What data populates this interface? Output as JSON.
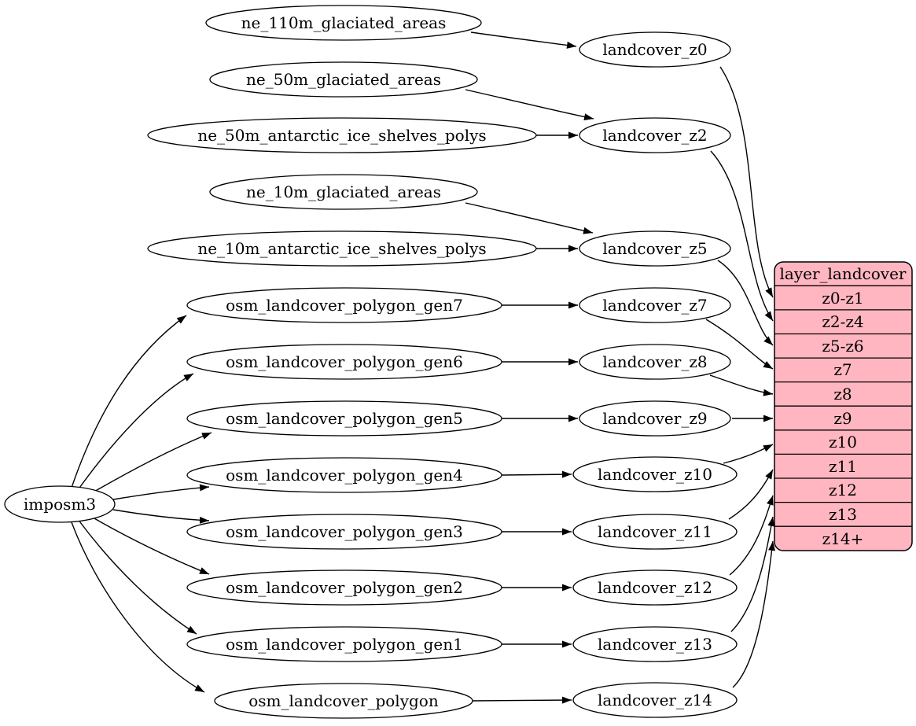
{
  "diagram": {
    "type": "dataflow-graph",
    "colors": {
      "background": "#ffffff",
      "node_fill": "#ffffff",
      "node_stroke": "#000000",
      "edge_color": "#000000",
      "record_fill": "#ffb6c1"
    },
    "importer": {
      "label": "imposm3"
    },
    "sources": [
      "ne_110m_glaciated_areas",
      "ne_50m_glaciated_areas",
      "ne_50m_antarctic_ice_shelves_polys",
      "ne_10m_glaciated_areas",
      "ne_10m_antarctic_ice_shelves_polys",
      "osm_landcover_polygon_gen7",
      "osm_landcover_polygon_gen6",
      "osm_landcover_polygon_gen5",
      "osm_landcover_polygon_gen4",
      "osm_landcover_polygon_gen3",
      "osm_landcover_polygon_gen2",
      "osm_landcover_polygon_gen1",
      "osm_landcover_polygon"
    ],
    "intermediates": [
      "landcover_z0",
      "landcover_z2",
      "landcover_z5",
      "landcover_z7",
      "landcover_z8",
      "landcover_z9",
      "landcover_z10",
      "landcover_z11",
      "landcover_z12",
      "landcover_z13",
      "landcover_z14"
    ],
    "record": {
      "title": "layer_landcover",
      "rows": [
        "z0-z1",
        "z2-z4",
        "z5-z6",
        "z7",
        "z8",
        "z9",
        "z10",
        "z11",
        "z12",
        "z13",
        "z14+"
      ]
    },
    "edges": [
      [
        "imposm3",
        "osm_landcover_polygon_gen7"
      ],
      [
        "imposm3",
        "osm_landcover_polygon_gen6"
      ],
      [
        "imposm3",
        "osm_landcover_polygon_gen5"
      ],
      [
        "imposm3",
        "osm_landcover_polygon_gen4"
      ],
      [
        "imposm3",
        "osm_landcover_polygon_gen3"
      ],
      [
        "imposm3",
        "osm_landcover_polygon_gen2"
      ],
      [
        "imposm3",
        "osm_landcover_polygon_gen1"
      ],
      [
        "imposm3",
        "osm_landcover_polygon"
      ],
      [
        "ne_110m_glaciated_areas",
        "landcover_z0"
      ],
      [
        "ne_50m_glaciated_areas",
        "landcover_z2"
      ],
      [
        "ne_50m_antarctic_ice_shelves_polys",
        "landcover_z2"
      ],
      [
        "ne_10m_glaciated_areas",
        "landcover_z5"
      ],
      [
        "ne_10m_antarctic_ice_shelves_polys",
        "landcover_z5"
      ],
      [
        "osm_landcover_polygon_gen7",
        "landcover_z7"
      ],
      [
        "osm_landcover_polygon_gen6",
        "landcover_z8"
      ],
      [
        "osm_landcover_polygon_gen5",
        "landcover_z9"
      ],
      [
        "osm_landcover_polygon_gen4",
        "landcover_z10"
      ],
      [
        "osm_landcover_polygon_gen3",
        "landcover_z11"
      ],
      [
        "osm_landcover_polygon_gen2",
        "landcover_z12"
      ],
      [
        "osm_landcover_polygon_gen1",
        "landcover_z13"
      ],
      [
        "osm_landcover_polygon",
        "landcover_z14"
      ],
      [
        "landcover_z0",
        "layer_landcover:z0-z1"
      ],
      [
        "landcover_z2",
        "layer_landcover:z2-z4"
      ],
      [
        "landcover_z5",
        "layer_landcover:z5-z6"
      ],
      [
        "landcover_z7",
        "layer_landcover:z7"
      ],
      [
        "landcover_z8",
        "layer_landcover:z8"
      ],
      [
        "landcover_z9",
        "layer_landcover:z9"
      ],
      [
        "landcover_z10",
        "layer_landcover:z10"
      ],
      [
        "landcover_z11",
        "layer_landcover:z11"
      ],
      [
        "landcover_z12",
        "layer_landcover:z12"
      ],
      [
        "landcover_z13",
        "layer_landcover:z13"
      ],
      [
        "landcover_z14",
        "layer_landcover:z14+"
      ]
    ]
  }
}
